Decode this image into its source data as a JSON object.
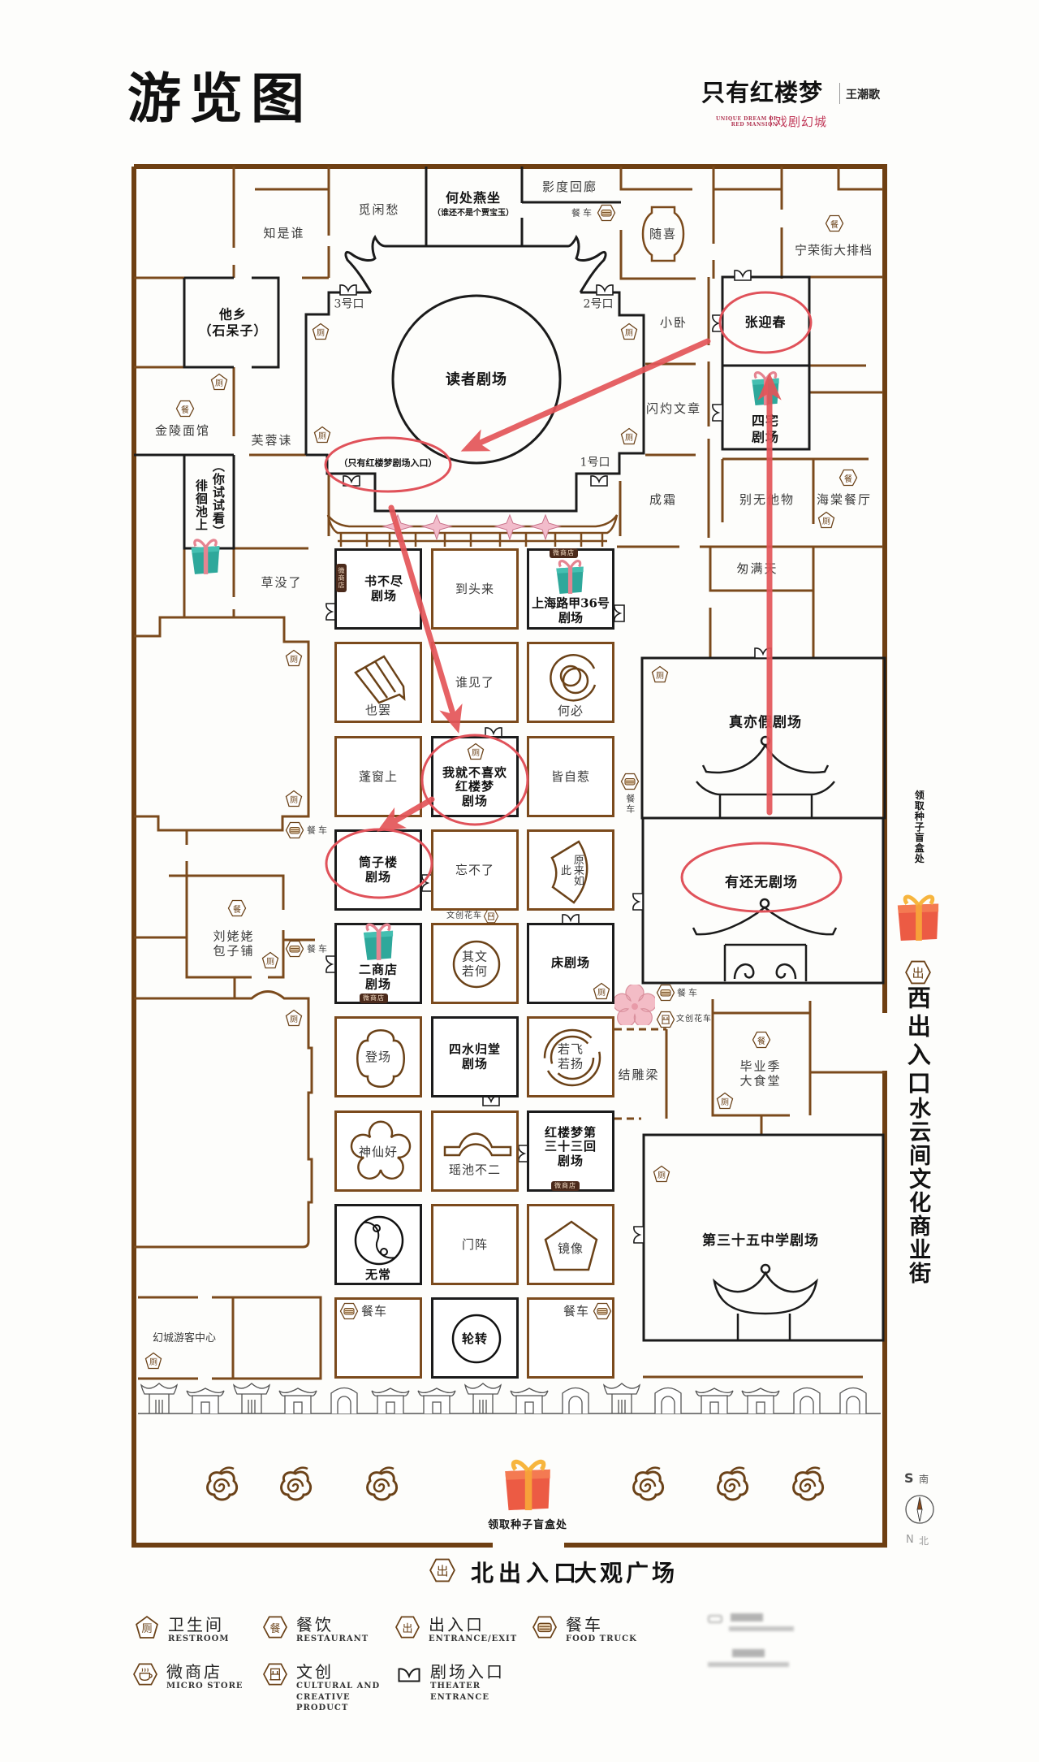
{
  "header": {
    "title": "游览图",
    "logo": {
      "main": "只有红楼梦",
      "director": "王潮歌",
      "en_line1": "UNIQUE DREAM OF",
      "en_line2": "RED MANSION",
      "sub": "戏剧幻城"
    }
  },
  "icons": {
    "restroom": "厕",
    "restaurant": "餐",
    "exit": "出"
  },
  "map": {
    "places": {
      "zhi_shi_shui": "知是谁",
      "mi_xian_chou": "觅闲愁",
      "he_chu_yan_zuo": "何处燕坐",
      "he_chu_yan_zuo_note": "（谁还不是个贾宝玉）",
      "ying_du_hui_lang": "影度回廊",
      "sui_xi": "随喜",
      "ning_rong_jie": "宁荣街大排档",
      "ta_xiang": "他乡\n（石呆子）",
      "xiao_wo": "小卧",
      "shan_zhuo_wen_zhang": "闪灼文章",
      "jin_ling_mian_guan": "金陵面馆",
      "fu_rong_lei": "芙蓉诔",
      "cheng_shuang": "成霜",
      "bie_wu_ta_wu": "别无他物",
      "hai_tang_can_ting": "海棠餐厅",
      "pai_huai_chi_shang": "徘徊池上",
      "pai_huai_note": "（你试试看）",
      "cao_mei_le": "草没了",
      "cong_man_tian": "匆满天",
      "liu_lao_lao": "刘姥姥\n包子铺",
      "jie_diao_liang": "结雕梁",
      "bi_ye_ji": "毕业季\n大食堂",
      "visitor_center": "幻城游客中心"
    },
    "theaters": {
      "du_zhe": "读者剧场",
      "zhang_ying_chun": "张迎春",
      "si_zhai": "四宅\n剧场",
      "zhen_yi_jia": "真亦假剧场",
      "you_huan_wu": "有还无剧场",
      "di_35": "第三十五中学剧场"
    },
    "gates": {
      "gate_1": "1号口",
      "gate_2": "2号口",
      "gate_3": "3号口",
      "main_entrance": "（只有红楼梦剧场入口）"
    },
    "food_truck_label": "餐车",
    "creative_cart_label": "文创花车",
    "micro_store_label": "微商店",
    "grid": [
      [
        {
          "name": "书不尽\n剧场",
          "kind": "venue"
        },
        {
          "name": "到头来",
          "kind": "scene"
        },
        {
          "name": "上海路甲36号\n剧场",
          "kind": "venue"
        }
      ],
      [
        {
          "name": "也罢",
          "kind": "scene"
        },
        {
          "name": "谁见了",
          "kind": "scene"
        },
        {
          "name": "何必",
          "kind": "scene"
        }
      ],
      [
        {
          "name": "蓬窗上",
          "kind": "scene"
        },
        {
          "name": "我就不喜欢\n红楼梦\n剧场",
          "kind": "venue"
        },
        {
          "name": "皆自惹",
          "kind": "scene"
        }
      ],
      [
        {
          "name": "筒子楼\n剧场",
          "kind": "venue"
        },
        {
          "name": "忘不了",
          "kind": "scene"
        },
        {
          "name": "原来如此",
          "kind": "scene"
        }
      ],
      [
        {
          "name": "二商店\n剧场",
          "kind": "venue"
        },
        {
          "name": "其文\n若何",
          "kind": "scene"
        },
        {
          "name": "床剧场",
          "kind": "venue"
        }
      ],
      [
        {
          "name": "登场",
          "kind": "scene"
        },
        {
          "name": "四水归堂\n剧场",
          "kind": "venue"
        },
        {
          "name": "若飞\n若扬",
          "kind": "scene"
        }
      ],
      [
        {
          "name": "神仙好",
          "kind": "scene"
        },
        {
          "name": "瑶池不二",
          "kind": "scene"
        },
        {
          "name": "红楼梦第\n三十三回\n剧场",
          "kind": "venue"
        }
      ],
      [
        {
          "name": "无常",
          "kind": "venue"
        },
        {
          "name": "门阵",
          "kind": "scene"
        },
        {
          "name": "镜像",
          "kind": "scene"
        }
      ],
      [
        {
          "name": "餐车",
          "kind": "food-truck"
        },
        {
          "name": "轮转",
          "kind": "venue"
        },
        {
          "name": "餐车",
          "kind": "food-truck"
        }
      ]
    ]
  },
  "annotations": {
    "color": "#e0525a",
    "circled": [
      "张迎春",
      "（只有红楼梦剧场入口）",
      "我就不喜欢红楼梦剧场",
      "筒子楼剧场",
      "有还无剧场"
    ]
  },
  "outside": {
    "blind_box_west": "领取种子盲盒处",
    "west_exit": "西出入口",
    "west_street": "水云间文化商业街",
    "blind_box_north": "领取种子盲盒处",
    "north_exit": "北出入口",
    "north_plaza": "大观广场",
    "compass": {
      "top_letter": "S",
      "top_cn": "南",
      "bottom_letter": "N",
      "bottom_cn": "北"
    }
  },
  "legend": [
    {
      "label": "卫生间",
      "en": "RESTROOM"
    },
    {
      "label": "餐饮",
      "en": "RESTAURANT"
    },
    {
      "label": "出入口",
      "en": "ENTRANCE/EXIT"
    },
    {
      "label": "餐车",
      "en": "FOOD TRUCK"
    },
    {
      "label": "微商店",
      "en": "MICRO STORE"
    },
    {
      "label": "文创",
      "en": "CULTURAL AND\nCREATIVE PRODUCT"
    },
    {
      "label": "剧场入口",
      "en": "THEATER ENTRANCE"
    }
  ],
  "colors": {
    "wall_brown": "#7b4a1c",
    "wall_black": "#1b1b1b",
    "gift_teal": "#2ea89b",
    "gift_orange": "#ec5b44",
    "logo_pink": "#c23d5c"
  }
}
